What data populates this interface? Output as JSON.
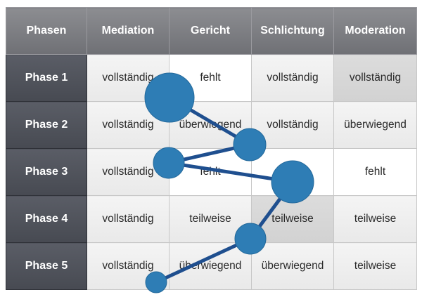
{
  "table": {
    "corner_label": "Phasen",
    "columns": [
      "Mediation",
      "Gericht",
      "Schlichtung",
      "Moderation"
    ],
    "rows": [
      {
        "label": "Phase 1",
        "cells": [
          "vollständig",
          "fehlt",
          "vollständig",
          "vollständig"
        ]
      },
      {
        "label": "Phase 2",
        "cells": [
          "vollständig",
          "überwiegend",
          "vollständig",
          "überwiegend"
        ]
      },
      {
        "label": "Phase 3",
        "cells": [
          "vollständig",
          "fehlt",
          "",
          "fehlt"
        ]
      },
      {
        "label": "Phase 4",
        "cells": [
          "vollständig",
          "teilweise",
          "teilweise",
          "teilweise"
        ]
      },
      {
        "label": "Phase 5",
        "cells": [
          "vollständig",
          "überwiegend",
          "überwiegend",
          "teilweise"
        ]
      }
    ]
  },
  "colors": {
    "header_bg": "#7d7e82",
    "row_header_bg": "#4f525a",
    "marker": "#2e7db5",
    "line": "#1f4f8f"
  }
}
